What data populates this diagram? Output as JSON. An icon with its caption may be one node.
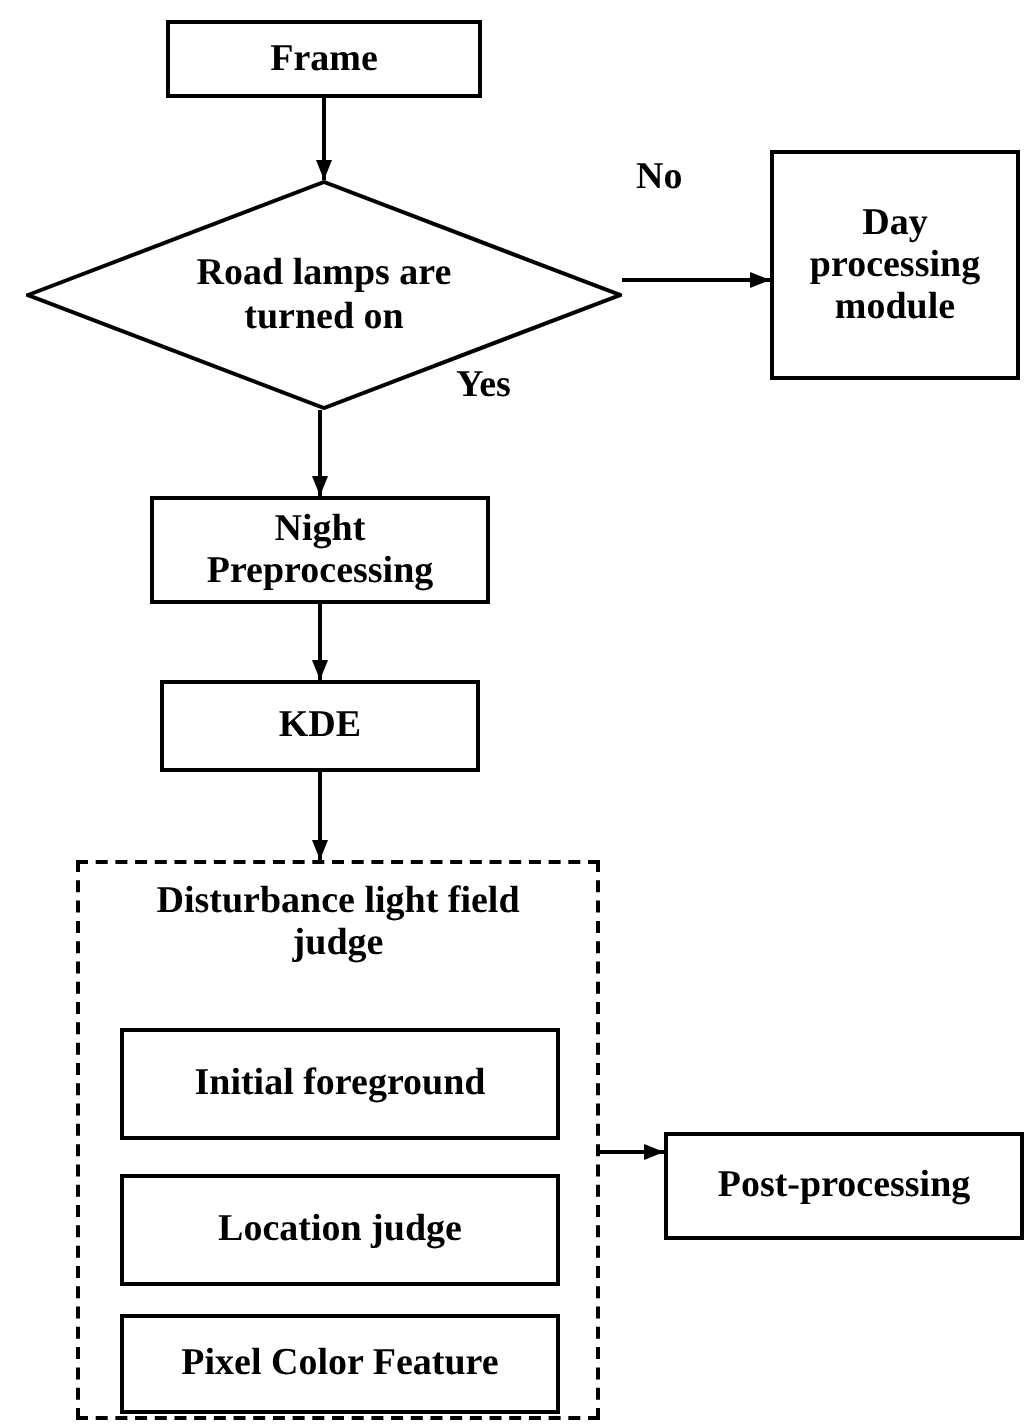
{
  "diagram": {
    "nodes": [
      {
        "text": [
          "Frame"
        ]
      },
      {
        "text": [
          "Road lamps are turned on"
        ]
      },
      {
        "text": [
          "Day processing module"
        ]
      },
      {
        "text": [
          "Night Preprocessing"
        ]
      },
      {
        "text": [
          "KDE"
        ]
      },
      {
        "text": [
          "Disturbance light field judge"
        ]
      },
      {
        "text": [
          "Initial foreground"
        ],
        "in": 5
      },
      {
        "text": [
          "Location judge"
        ],
        "in": 5
      },
      {
        "text": [
          "Pixel Color Feature"
        ],
        "in": 5
      },
      {
        "text": [
          "Post-processing"
        ]
      }
    ],
    "edges": [
      {
        "from": 0,
        "to": 1,
        "arrow": "to"
      },
      {
        "from": 1,
        "to": 2,
        "arrow": "to",
        "label": "No"
      },
      {
        "from": 1,
        "to": 3,
        "arrow": "to",
        "label": "Yes"
      },
      {
        "from": 3,
        "to": 4,
        "arrow": "to"
      },
      {
        "from": 4,
        "to": 5,
        "arrow": "to"
      },
      {
        "from": 5,
        "to": 9,
        "arrow": "to"
      }
    ]
  }
}
